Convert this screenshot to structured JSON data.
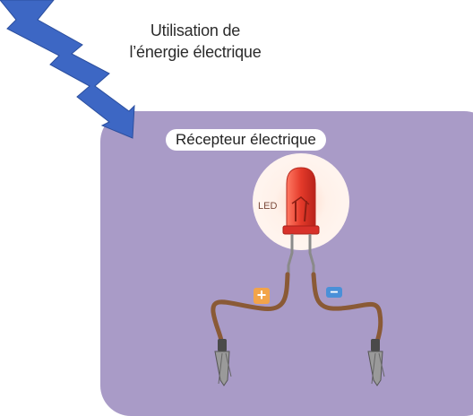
{
  "caption": {
    "line1": "Utilisation de",
    "line2": "l’énergie électrique"
  },
  "panel": {
    "title": "Récepteur électrique",
    "component_label": "LED",
    "plus_sign": "+",
    "minus_sign": "−"
  },
  "colors": {
    "panel_bg": "#a99bc7",
    "arrow": "#3d67c4",
    "led": "#e43a2a",
    "wire": "#8a5a36",
    "plus": "#f2a44a",
    "minus": "#4a90d8"
  },
  "icons": [
    "lightning-arrow-icon",
    "led-icon",
    "alligator-clip-icon"
  ]
}
